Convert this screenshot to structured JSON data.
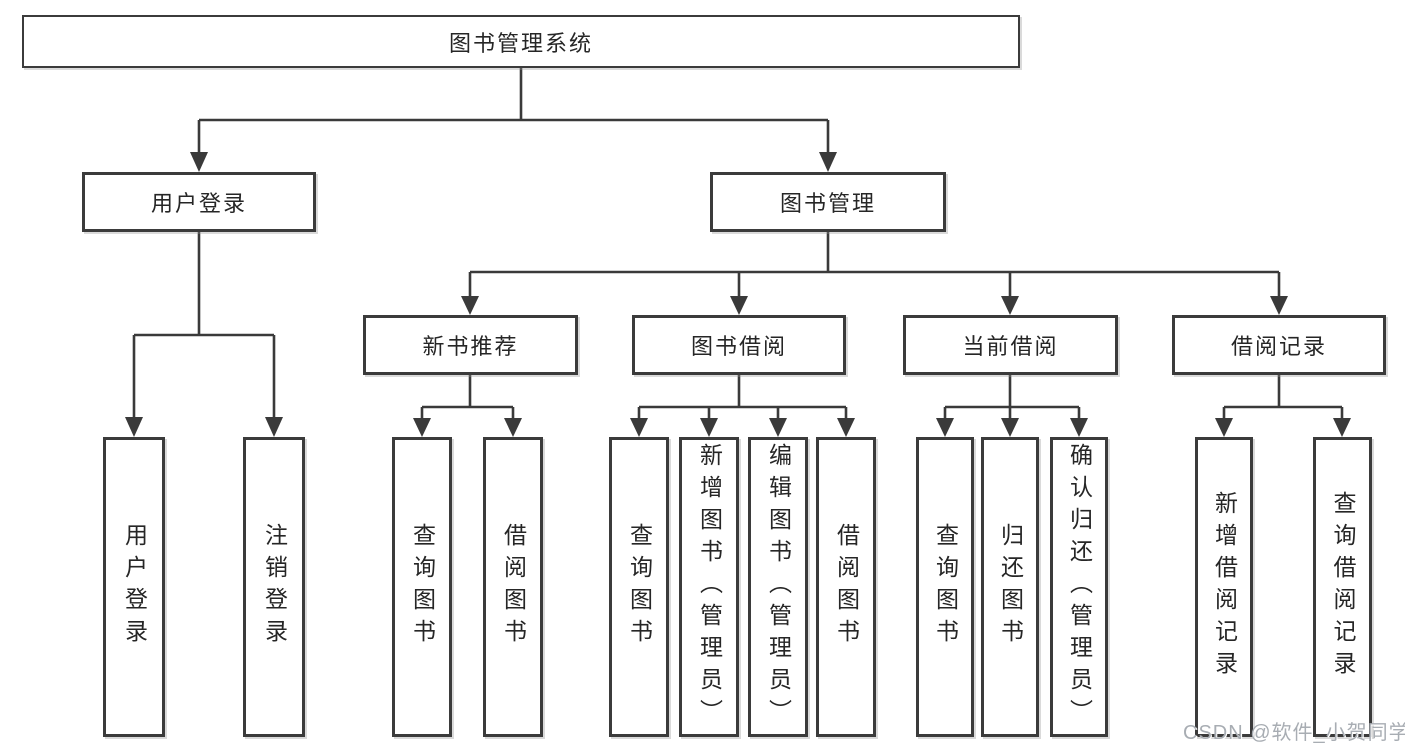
{
  "diagram": {
    "type": "hierarchy-tree",
    "background": "#ffffff",
    "line_color": "#3a3a3a",
    "box_border_color": "#3b3b3b",
    "text_color": "#262626"
  },
  "nodes": {
    "root": {
      "label": "图书管理系统"
    },
    "user_login": {
      "label": "用户登录"
    },
    "book_mgmt": {
      "label": "图书管理"
    },
    "leaf_user_login": {
      "label": "用户登录"
    },
    "leaf_logout": {
      "label": "注销登录"
    },
    "new_book_rec": {
      "label": "新书推荐"
    },
    "book_borrow": {
      "label": "图书借阅"
    },
    "current_borrow": {
      "label": "当前借阅"
    },
    "borrow_record": {
      "label": "借阅记录"
    },
    "nb_query_book": {
      "label": "查询图书"
    },
    "nb_borrow_book": {
      "label": "借阅图书"
    },
    "bb_query_book": {
      "label": "查询图书"
    },
    "bb_add_book": {
      "label": "新增图书（管理员）"
    },
    "bb_edit_book": {
      "label": "编辑图书（管理员）"
    },
    "bb_borrow_book": {
      "label": "借阅图书"
    },
    "cb_query_book": {
      "label": "查询图书"
    },
    "cb_return_book": {
      "label": "归还图书"
    },
    "cb_confirm_return": {
      "label": "确认归还（管理员）"
    },
    "br_add_record": {
      "label": "新增借阅记录"
    },
    "br_query_record": {
      "label": "查询借阅记录"
    }
  },
  "hierarchy": {
    "root": [
      "user_login",
      "book_mgmt"
    ],
    "user_login": [
      "leaf_user_login",
      "leaf_logout"
    ],
    "book_mgmt": [
      "new_book_rec",
      "book_borrow",
      "current_borrow",
      "borrow_record"
    ],
    "new_book_rec": [
      "nb_query_book",
      "nb_borrow_book"
    ],
    "book_borrow": [
      "bb_query_book",
      "bb_add_book",
      "bb_edit_book",
      "bb_borrow_book"
    ],
    "current_borrow": [
      "cb_query_book",
      "cb_return_book",
      "cb_confirm_return"
    ],
    "borrow_record": [
      "br_add_record",
      "br_query_record"
    ]
  },
  "watermark": {
    "text": "CSDN @软件_小贺同学",
    "color": "#a8adb3"
  }
}
